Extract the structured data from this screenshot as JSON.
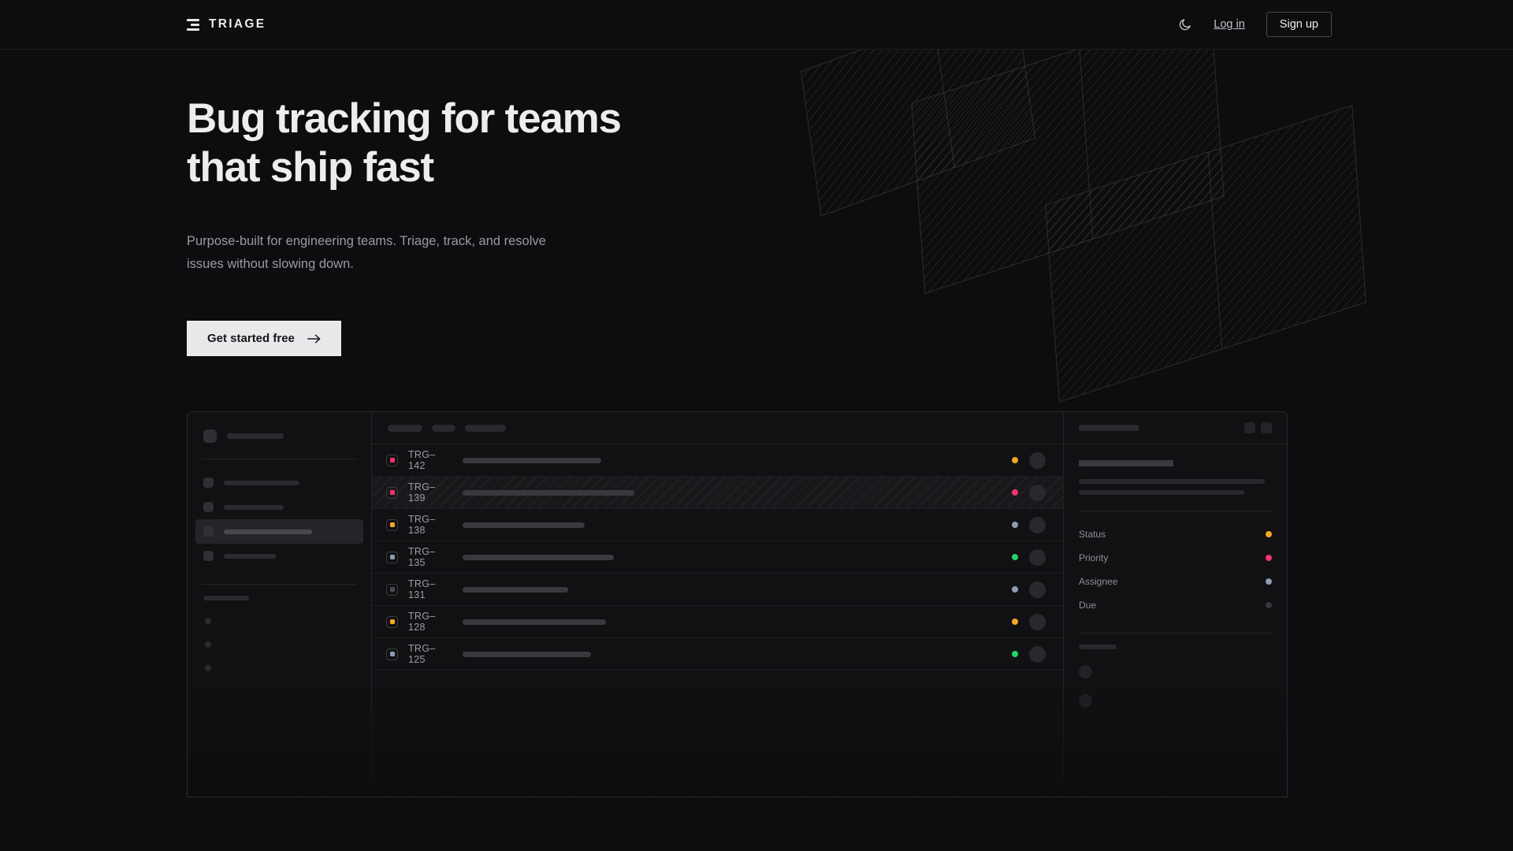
{
  "header": {
    "brand": "TRIAGE",
    "theme_toggle_icon": "moon-icon",
    "login_label": "Log in",
    "signup_label": "Sign up"
  },
  "hero": {
    "heading_line1": "Bug tracking for teams",
    "heading_line2": "that ship fast",
    "subheading": "Purpose-built for engineering teams. Triage, track, and resolve issues without slowing down.",
    "cta_label": "Get started free",
    "cta_icon": "arrow-right-icon"
  },
  "colors": {
    "page_bg": "#0d0d0f",
    "text_primary": "#ededef",
    "text_muted": "#9a9aa1",
    "cta_bg": "#e9e9eb",
    "orange": "#f5a623",
    "pink": "#f0356b",
    "slate": "#8e9bb0",
    "green": "#22d36a",
    "gray": "#4a4a50"
  },
  "app": {
    "sidebar": {
      "nav_items": [
        {
          "name": "nav-1",
          "width": 96,
          "active": false
        },
        {
          "name": "nav-2",
          "width": 76,
          "active": false
        },
        {
          "name": "nav-3",
          "width": 112,
          "active": true
        },
        {
          "name": "nav-4",
          "width": 66,
          "active": false
        }
      ],
      "dot_count": 3
    },
    "toolbar": {
      "chips": [
        44,
        30,
        52
      ]
    },
    "rows": [
      {
        "id": "TRG–142",
        "badge": "#f0356b",
        "title_width": 176,
        "status": "#f5a623",
        "selected": false
      },
      {
        "id": "TRG–139",
        "badge": "#f0356b",
        "title_width": 218,
        "status": "#f0356b",
        "selected": true
      },
      {
        "id": "TRG–138",
        "badge": "#f5a623",
        "title_width": 155,
        "status": "#8e9bb0",
        "selected": false
      },
      {
        "id": "TRG–135",
        "badge": "#8e9bb0",
        "title_width": 192,
        "status": "#22d36a",
        "selected": false
      },
      {
        "id": "TRG–131",
        "badge": "#4e4e54",
        "title_width": 134,
        "status": "#8e9bb0",
        "selected": false
      },
      {
        "id": "TRG–128",
        "badge": "#f5a623",
        "title_width": 182,
        "status": "#f5a623",
        "selected": false
      },
      {
        "id": "TRG–125",
        "badge": "#8e9bb0",
        "title_width": 163,
        "status": "#22d36a",
        "selected": false
      }
    ],
    "detail": {
      "body_lines": [
        236,
        210
      ],
      "meta": [
        {
          "label": "Status",
          "color": "#f5a623"
        },
        {
          "label": "Priority",
          "color": "#f0356b"
        },
        {
          "label": "Assignee",
          "color": "#8e9bb0"
        },
        {
          "label": "Due",
          "color": "#34343a"
        }
      ],
      "avatar_count": 2
    }
  }
}
